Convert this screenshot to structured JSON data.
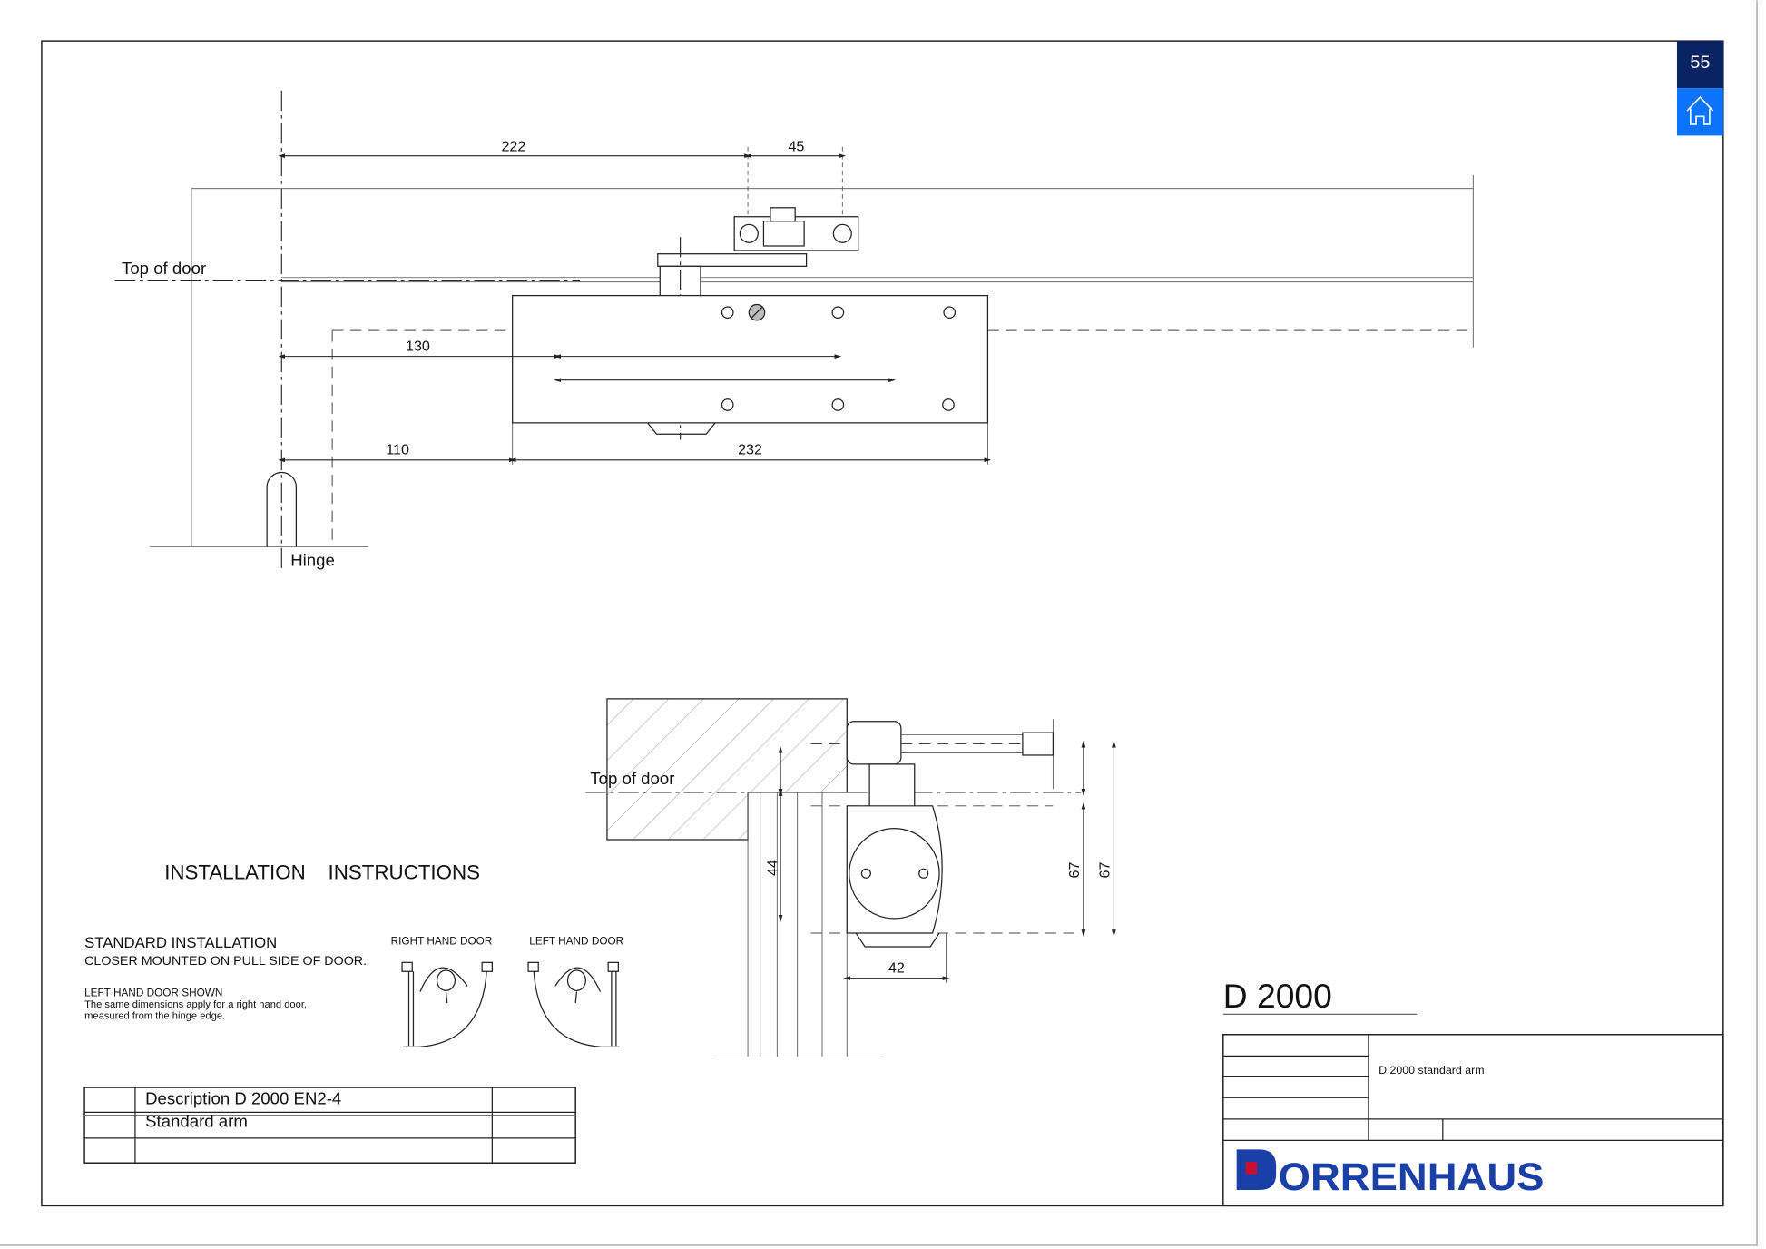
{
  "page_number": "55",
  "home_icon": "home-icon",
  "colors": {
    "page_badge": "#0a2463",
    "home_badge": "#0a74ff",
    "logo_blue": "#1a3fa6",
    "logo_red": "#c8102e"
  },
  "top_view": {
    "top_of_door_label": "Top of door",
    "hinge_label": "Hinge",
    "dimensions": {
      "d222": "222",
      "d45": "45",
      "d130": "130",
      "d110": "110",
      "d232": "232"
    }
  },
  "side_view": {
    "top_of_door_label": "Top of door",
    "dimensions": {
      "d44": "44",
      "d67a": "67",
      "d67b": "67",
      "d42": "42"
    }
  },
  "instructions": {
    "title": "INSTALLATION    INSTRUCTIONS",
    "standard_installation": "STANDARD INSTALLATION",
    "closer_mounted": "CLOSER MOUNTED ON PULL SIDE OF DOOR.",
    "left_hand_shown": "LEFT HAND DOOR SHOWN",
    "same_dimensions_1": "The same dimensions apply for a right hand door,",
    "same_dimensions_2": "measured from the hinge edge.",
    "right_hand_door": "RIGHT HAND DOOR",
    "left_hand_door": "LEFT HAND DOOR"
  },
  "description_table": {
    "row1": "Description D 2000 EN2-4",
    "row2": "Standard arm"
  },
  "title_block": {
    "product": "D 2000",
    "description": "D 2000 standard arm",
    "logo": "DORRENHAUS"
  }
}
